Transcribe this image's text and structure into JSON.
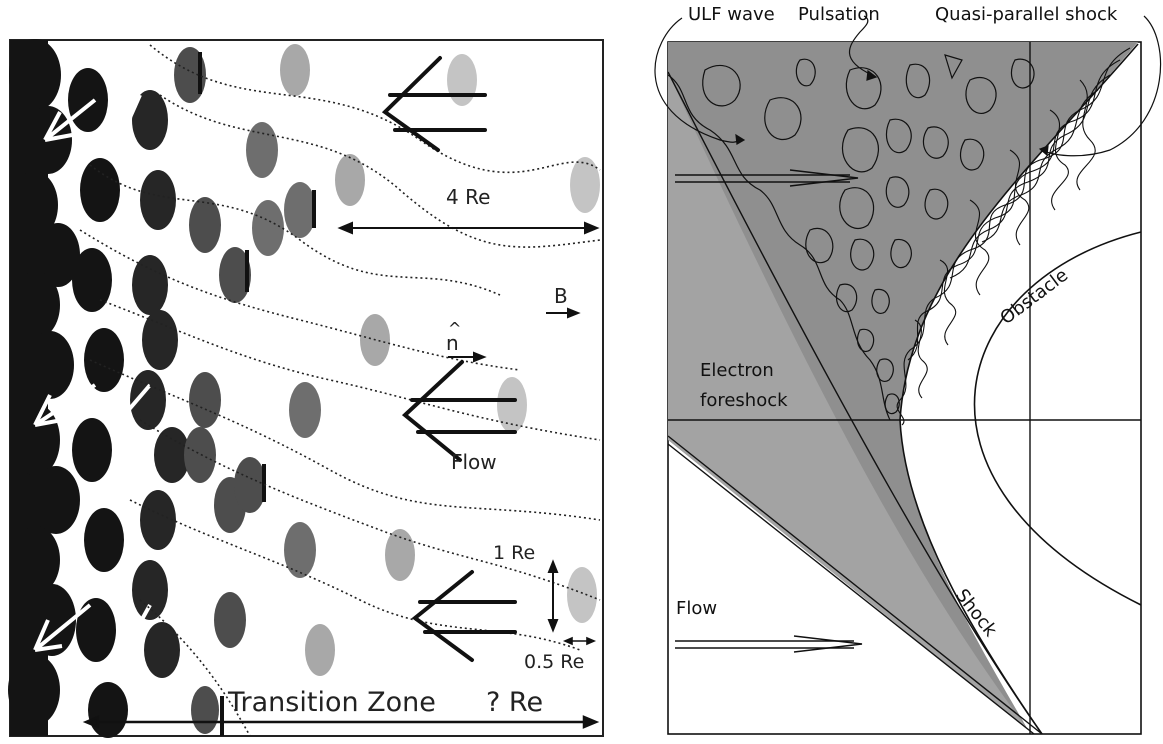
{
  "left_diagram": {
    "labels": {
      "distance_4": "4 Re",
      "field": "B",
      "normal": "n",
      "normal_hat": "^",
      "flow": "Flow",
      "scale_1": "1 Re",
      "scale_05": "0.5 Re",
      "transition_zone": "Transition Zone",
      "unknown_width": "? Re"
    }
  },
  "right_diagram": {
    "labels": {
      "ulf_wave": "ULF wave",
      "pulsation": "Pulsation",
      "quasi_parallel_shock": "Quasi-parallel shock",
      "electron_foreshock_line1": "Electron",
      "electron_foreshock_line2": "foreshock",
      "obstacle": "Obstacle",
      "flow": "Flow",
      "shock": "Shock"
    },
    "colors": {
      "foreshock_fill": "#a0a0a0",
      "ion_foreshock_fill": "#8e8e8e",
      "line": "#000000"
    }
  }
}
